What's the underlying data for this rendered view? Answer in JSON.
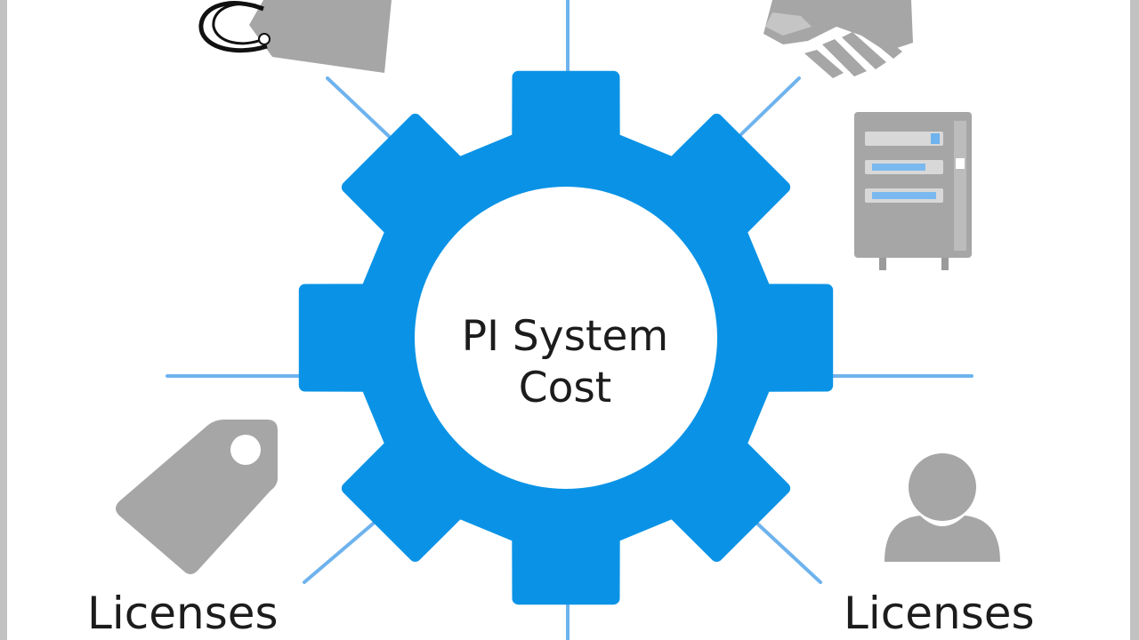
{
  "center": {
    "title_line1": "PI System",
    "title_line2": "Cost"
  },
  "labels": {
    "bottom_left": "Licenses",
    "bottom_right": "Licenses"
  },
  "icons": {
    "top_left": "price-tag-icon",
    "top_right": "handshake-icon",
    "right": "server-rack-icon",
    "bottom_left": "tag-icon",
    "bottom_right": "user-icon"
  },
  "colors": {
    "gear": "#0a93e6",
    "connector": "#6eb3ee",
    "icon_gray": "#a6a6a6",
    "text": "#1c1c1c"
  }
}
